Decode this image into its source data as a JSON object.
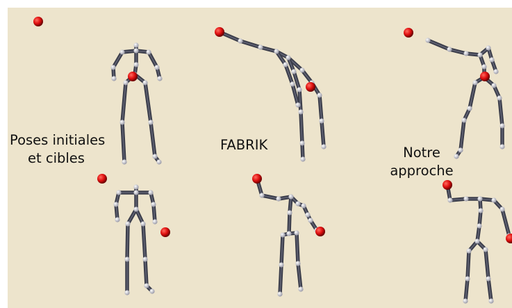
{
  "captions": {
    "initial": [
      "Poses initiales",
      "et  cibles"
    ],
    "fabrik": "FABRIK",
    "ours": [
      "Notre",
      "approche"
    ]
  },
  "colors": {
    "background": "#ede4cc",
    "bone": "#3b3d4a",
    "joint": "#e8e8ee",
    "target": "#e01010"
  },
  "figures": [
    {
      "name": "top-initial",
      "row": "top",
      "column": "initial"
    },
    {
      "name": "top-fabrik",
      "row": "top",
      "column": "fabrik"
    },
    {
      "name": "top-ours",
      "row": "top",
      "column": "ours"
    },
    {
      "name": "bottom-initial",
      "row": "bottom",
      "column": "initial"
    },
    {
      "name": "bottom-fabrik",
      "row": "bottom",
      "column": "fabrik"
    },
    {
      "name": "bottom-ours",
      "row": "bottom",
      "column": "ours"
    }
  ]
}
